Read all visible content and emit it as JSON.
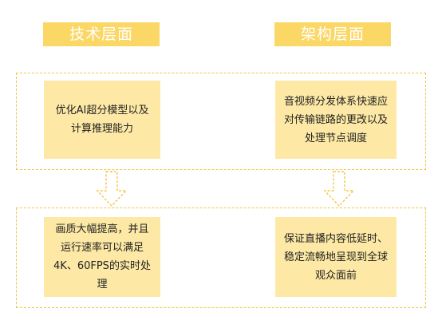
{
  "headers": {
    "left": "技术层面",
    "right": "架构层面"
  },
  "cards": {
    "top_left": "优化AI超分模型以及计算推理能力",
    "top_right": "音视频分发体系快速应对传输链路的更改以及处理节点调度",
    "bottom_left": "画质大幅提高，并且运行速率可以满足4K、60FPS的实时处理",
    "bottom_right": "保证直播内容低延时、稳定流畅地呈现到全球观众面前"
  },
  "colors": {
    "header_fill": "#fbd766",
    "card_fill": "#fde9a5",
    "dashed_border": "#f3c64a",
    "arrow_stroke": "#f3c64a"
  },
  "icons": {
    "arrow": "down-arrow-icon"
  }
}
